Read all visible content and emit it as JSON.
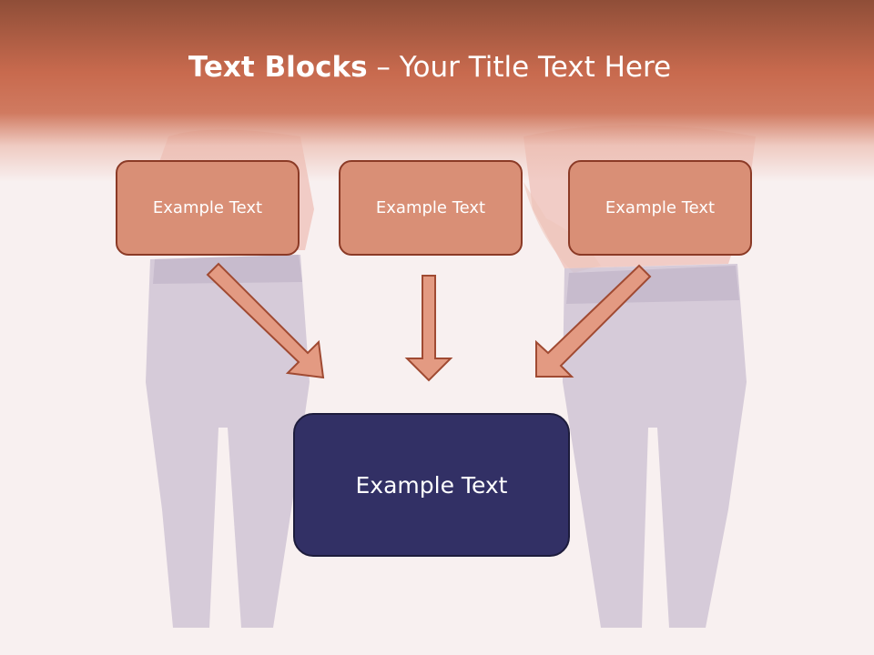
{
  "title": {
    "bold": "Text Blocks",
    "rest": " – Your Title Text Here"
  },
  "boxes": {
    "top": [
      {
        "label": "Example Text"
      },
      {
        "label": "Example Text"
      },
      {
        "label": "Example Text"
      }
    ],
    "main": {
      "label": "Example Text"
    }
  },
  "colors": {
    "header": "#c86a4e",
    "box_fill": "#d98f76",
    "box_border": "#8b3a26",
    "main_fill": "#323065",
    "arrow_fill": "#e39a82",
    "arrow_stroke": "#a04a32",
    "background": "#f8f0f0"
  }
}
